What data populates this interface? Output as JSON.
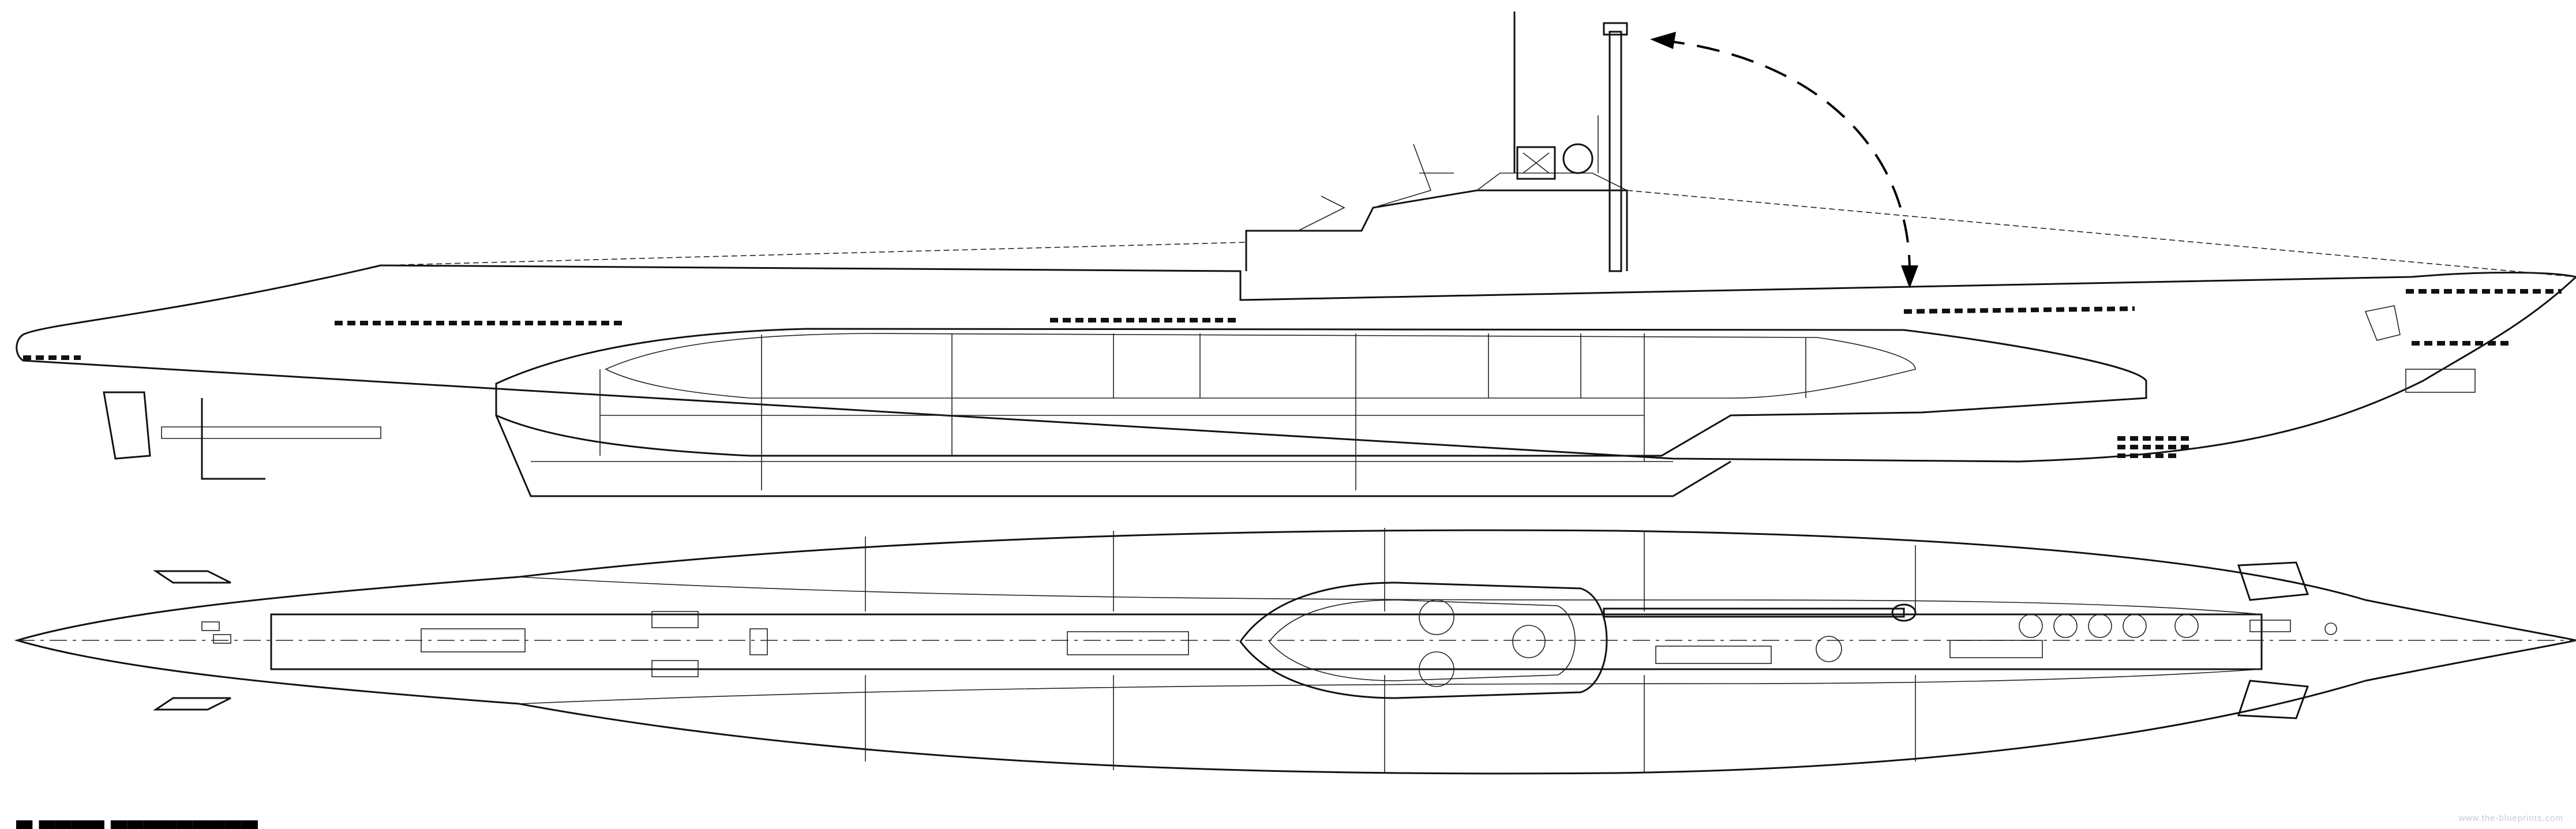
{
  "drawing": {
    "subject": "submarine",
    "views": [
      "side-view",
      "top-view"
    ],
    "watermark": "www.the-blueprints.com"
  }
}
